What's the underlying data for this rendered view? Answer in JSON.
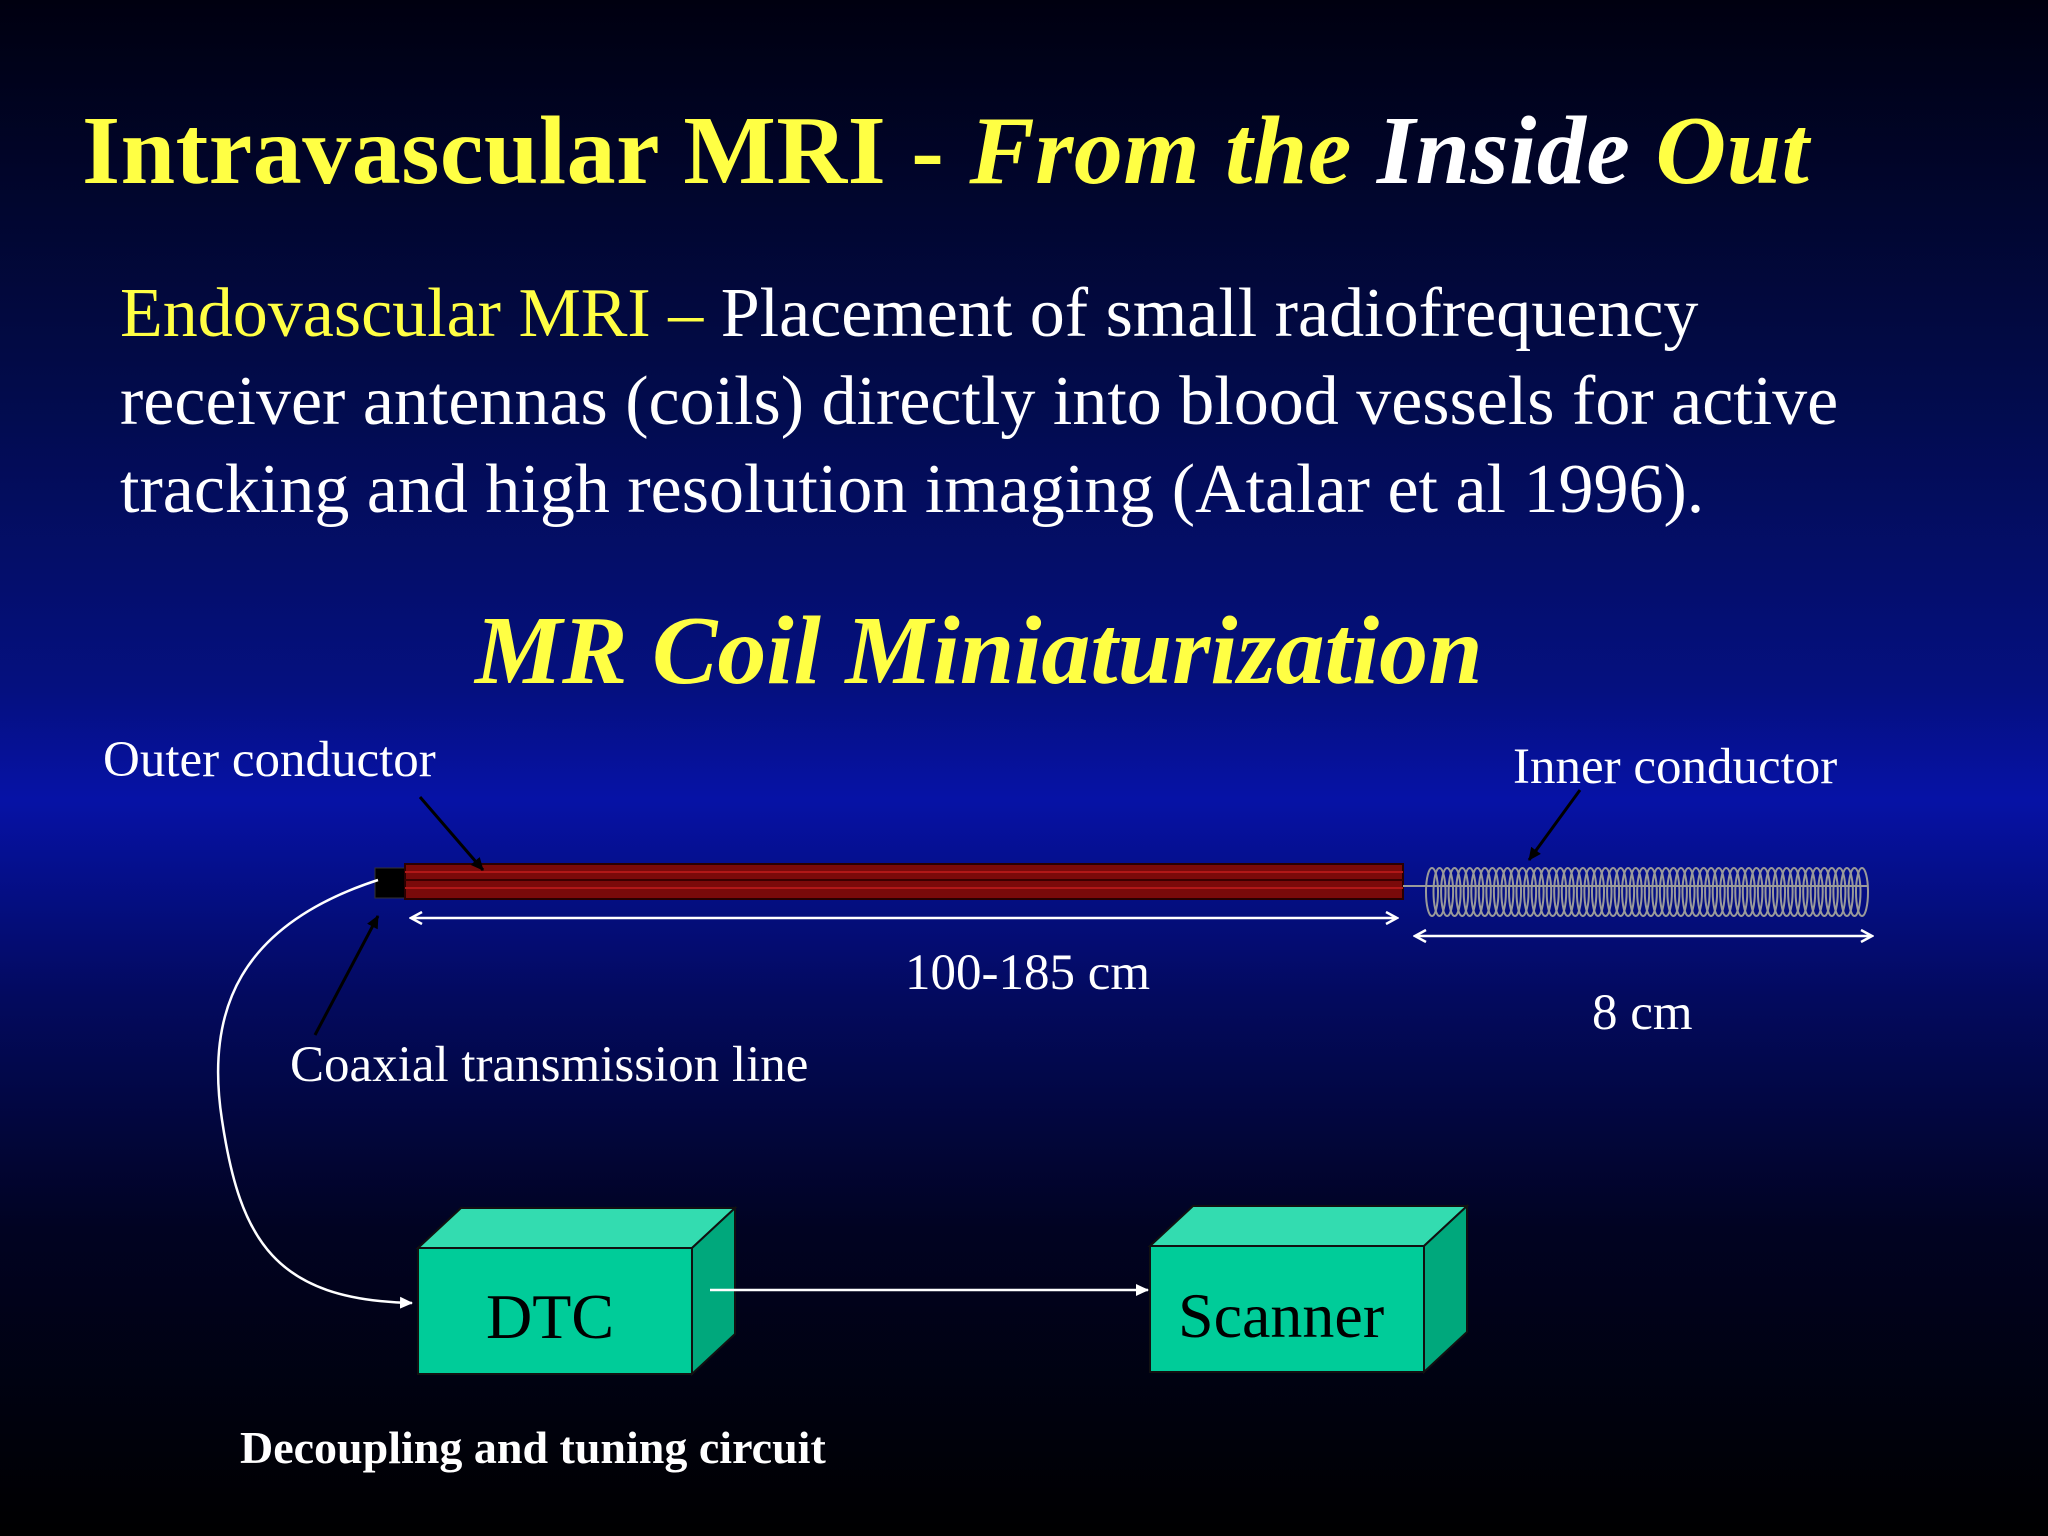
{
  "title": {
    "part1": "Intravascular MRI  - ",
    "part2": "From the ",
    "part3": "Inside",
    "part4": " Out"
  },
  "description": {
    "term": "Endovascular MRI – ",
    "line1_rest": "Placement of small radiofrequency",
    "line2": "receiver antennas (coils) directly into blood vessels for active",
    "line3": "tracking and high resolution imaging (Atalar et al 1996)."
  },
  "subtitle": "MR Coil Miniaturization",
  "diagram": {
    "outer_conductor_label": "Outer conductor",
    "inner_conductor_label": "Inner conductor",
    "cable_length_label": "100-185 cm",
    "coil_length_label": "8 cm",
    "coax_label": "Coaxial transmission line",
    "dtc_box_label": "DTC",
    "scanner_box_label": "Scanner",
    "dtc_caption": "Decoupling and tuning circuit",
    "colors": {
      "cable": "#7a0a0a",
      "box_front": "#00cc99",
      "box_top": "#33dcb0",
      "box_side": "#00a87c",
      "coil": "#9a9a9a"
    }
  }
}
